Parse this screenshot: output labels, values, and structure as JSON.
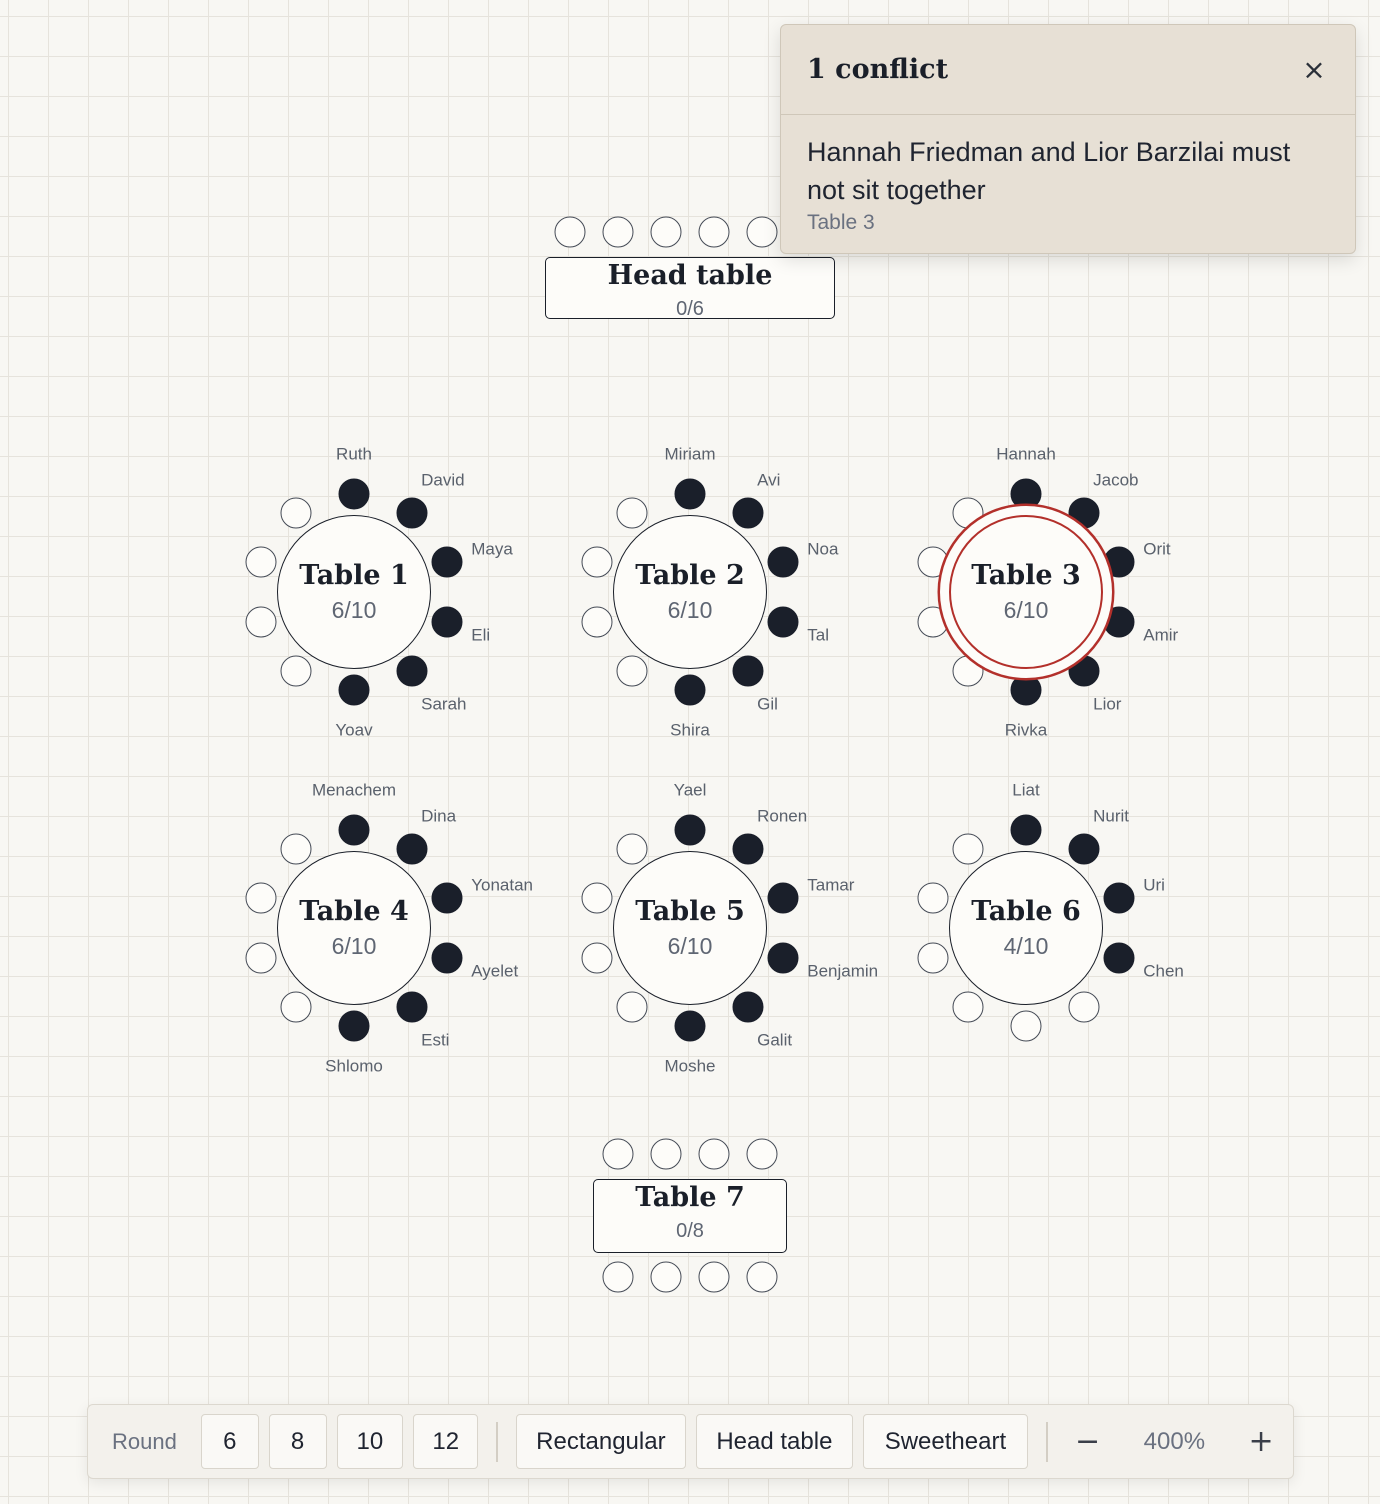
{
  "conflict_panel": {
    "title": "1 conflict",
    "close_label": "×",
    "message": "Hannah Friedman and Lior Barzilai must not sit together",
    "table_ref": "Table 3"
  },
  "head_table": {
    "name": "Head table",
    "count": "0/6",
    "seats": 6,
    "filled": 0
  },
  "round_tables": [
    {
      "name": "Table 1",
      "count": "6/10",
      "conflict": false,
      "seats": [
        null,
        "Ruth",
        "David",
        "Maya",
        "Eli",
        "Sarah",
        "Yoav",
        null,
        null,
        null
      ]
    },
    {
      "name": "Table 2",
      "count": "6/10",
      "conflict": false,
      "seats": [
        null,
        "Miriam",
        "Avi",
        "Noa",
        "Tal",
        "Gil",
        "Shira",
        null,
        null,
        null
      ]
    },
    {
      "name": "Table 3",
      "count": "6/10",
      "conflict": true,
      "seats": [
        null,
        "Hannah",
        "Jacob",
        "Orit",
        "Amir",
        "Lior",
        "Rivka",
        null,
        null,
        null
      ]
    },
    {
      "name": "Table 4",
      "count": "6/10",
      "conflict": false,
      "seats": [
        null,
        "Menachem",
        "Dina",
        "Yonatan",
        "Ayelet",
        "Esti",
        "Shlomo",
        null,
        null,
        null
      ]
    },
    {
      "name": "Table 5",
      "count": "6/10",
      "conflict": false,
      "seats": [
        null,
        "Yael",
        "Ronen",
        "Tamar",
        "Benjamin",
        "Galit",
        "Moshe",
        null,
        null,
        null
      ]
    },
    {
      "name": "Table 6",
      "count": "4/10",
      "conflict": false,
      "seats": [
        null,
        "Liat",
        "Nurit",
        "Uri",
        "Chen",
        null,
        null,
        null,
        null,
        null
      ]
    }
  ],
  "rect_table": {
    "name": "Table 7",
    "count": "0/8",
    "seats": 8,
    "filled": 0
  },
  "toolbar": {
    "round_label": "Round",
    "round_sizes": [
      "6",
      "8",
      "10",
      "12"
    ],
    "shapes": [
      "Rectangular",
      "Head table",
      "Sweetheart"
    ],
    "zoom_out": "−",
    "zoom": "400%",
    "zoom_in": "+"
  },
  "colors": {
    "accent_conflict": "#b3302b",
    "seat_filled": "#1a1f2a",
    "panel_bg": "#e7e0d5"
  }
}
